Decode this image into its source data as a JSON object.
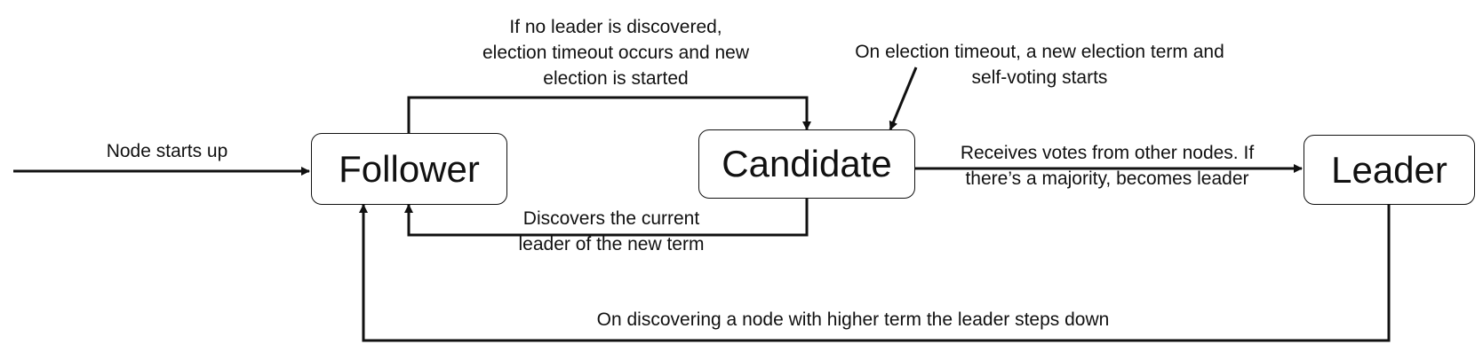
{
  "states": {
    "follower": "Follower",
    "candidate": "Candidate",
    "leader": "Leader"
  },
  "transitions": {
    "startup": [
      "Node starts up"
    ],
    "election_timeout": [
      "If no leader is discovered,",
      "election timeout occurs and new",
      "election is started"
    ],
    "self_vote": [
      "On election timeout, a new election term and",
      "self-voting starts"
    ],
    "majority_votes": [
      "Receives votes from other nodes. If",
      "there’s a majority, becomes leader"
    ],
    "discovers_leader": [
      "Discovers the current",
      "leader of the new term"
    ],
    "leader_steps_down": [
      "On discovering a node with higher term the leader steps down"
    ]
  },
  "colors": {
    "stroke": "#111111",
    "text": "#111111",
    "background": "#ffffff"
  }
}
